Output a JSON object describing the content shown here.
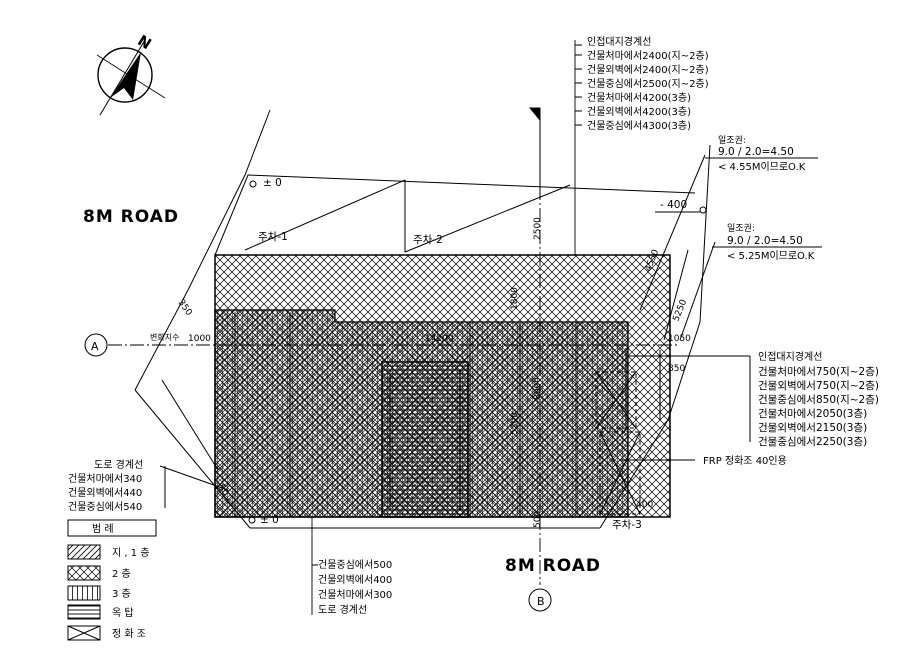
{
  "north_arrow": {
    "label": "N"
  },
  "roads": {
    "top_left": "8M ROAD",
    "bottom": "8M ROAD"
  },
  "axes": {
    "a": "A",
    "b": "B"
  },
  "parking": {
    "p1": "주차-1",
    "p2": "주차-2",
    "p3": "주차-3"
  },
  "levels": {
    "top": "± 0",
    "right": "- 400",
    "bottom": "± 0"
  },
  "dimensions": {
    "d2500": "2500",
    "d1800": "1800",
    "d8000": "8000",
    "d5200": "5200",
    "d4550": "4550",
    "d5250": "5250",
    "d350": "350",
    "d1000": "1000",
    "d14200": "14200",
    "d1050": "1050",
    "d850": "850",
    "d400": "400",
    "d500": "500",
    "d50": "50",
    "center_label": "변화지수"
  },
  "sunlight": {
    "top": {
      "title": "일조권:",
      "formula": "9.0  /  2.0=4.50",
      "result": "<  4.55M이므로O.K"
    },
    "mid": {
      "title": "일조권:",
      "formula": "9.0  /  2.0=4.50",
      "result": "<  5.25M이므로O.K"
    }
  },
  "top_note": [
    "인접대지경계선",
    "건물처마에서2400(지~2층)",
    "건물외벽에서2400(지~2층)",
    "건물중심에서2500(지~2층)",
    "건물처마에서4200(3층)",
    "건물외벽에서4200(3층)",
    "건물중심에서4300(3층)"
  ],
  "right_note": [
    "인접대지경계선",
    "건물처마에서750(지~2층)",
    "건물외벽에서750(지~2층)",
    "건물중심에서850(지~2층)",
    "건물처마에서2050(3층)",
    "건물외벽에서2150(3층)",
    "건물중심에서2250(3층)"
  ],
  "left_note": [
    "도로 경계선",
    "건물처마에서340",
    "건물외벽에서440",
    "건물중심에서540"
  ],
  "bottom_note": [
    "건물중심에서500",
    "건물외벽에서400",
    "건물처마에서300",
    "도로 경계선"
  ],
  "frp_note": "FRP 정화조  40인용",
  "legend": {
    "title": "범    례",
    "items": [
      "지 , 1 층",
      "2     층",
      "3     층",
      "옥     탑",
      "정 화 조"
    ]
  }
}
